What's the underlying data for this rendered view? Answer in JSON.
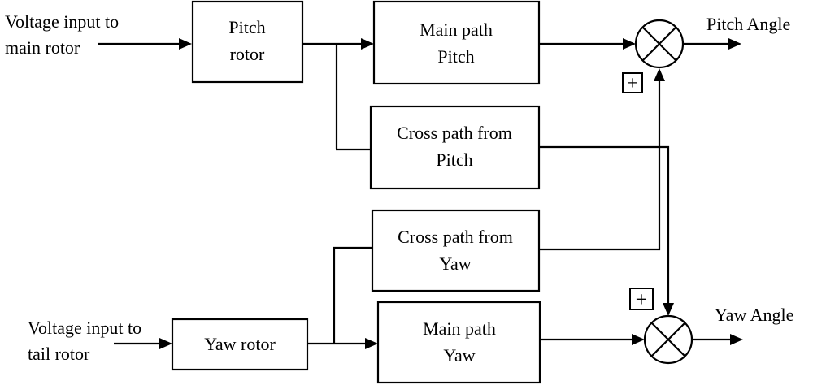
{
  "inputs": {
    "pitch": [
      "Voltage input to",
      "main rotor"
    ],
    "yaw": [
      "Voltage input to",
      "tail rotor"
    ]
  },
  "blocks": {
    "pitch_rotor": [
      "Pitch",
      "rotor"
    ],
    "main_path_pitch": [
      "Main path",
      "Pitch"
    ],
    "cross_path_pitch": [
      "Cross path from",
      "Pitch"
    ],
    "cross_path_yaw": [
      "Cross path from",
      "Yaw"
    ],
    "yaw_rotor": [
      "Yaw rotor"
    ],
    "main_path_yaw": [
      "Main path",
      "Yaw"
    ]
  },
  "outputs": {
    "pitch": "Pitch Angle",
    "yaw": "Yaw Angle"
  },
  "summing_signs": {
    "pitch": "+",
    "yaw": "+"
  }
}
